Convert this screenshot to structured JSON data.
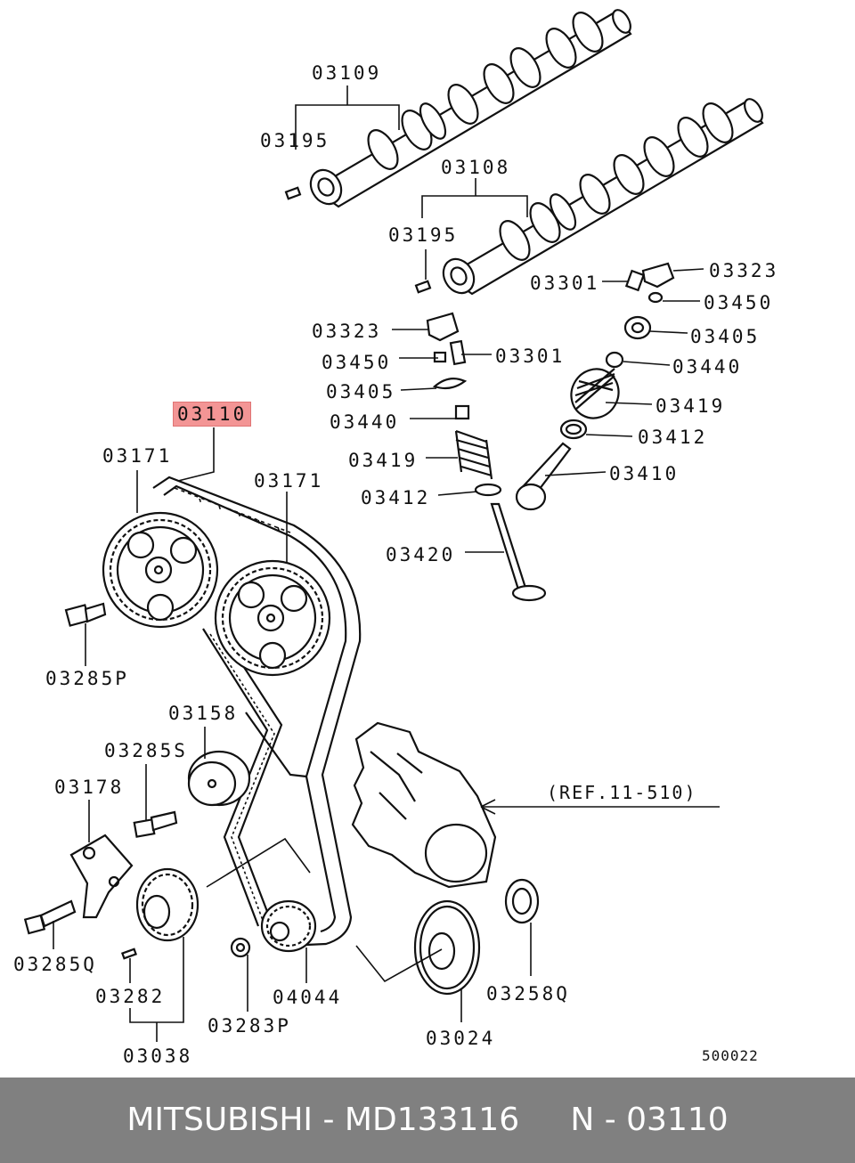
{
  "diagram": {
    "labels": {
      "p03109": "03109",
      "p03195_top": "03195",
      "p03108": "03108",
      "p03195_mid": "03195",
      "p03301_r": "03301",
      "p03323_r": "03323",
      "p03450_r": "03450",
      "p03405_r": "03405",
      "p03440_r": "03440",
      "p03419_r": "03419",
      "p03412_r": "03412",
      "p03410": "03410",
      "p03323_l": "03323",
      "p03301_l": "03301",
      "p03450_l": "03450",
      "p03405_l": "03405",
      "p03440_l": "03440",
      "p03419_l": "03419",
      "p03412_l": "03412",
      "p03420": "03420",
      "p03110": "03110",
      "p03171_l": "03171",
      "p03171_r": "03171",
      "p03285P": "03285P",
      "p03158": "03158",
      "p03285S": "03285S",
      "p03178": "03178",
      "p03285Q": "03285Q",
      "p03282": "03282",
      "p03038": "03038",
      "p03283P": "03283P",
      "p04044": "04044",
      "p03024": "03024",
      "p03258Q": "03258Q"
    },
    "reference": "(REF.11-510)",
    "diagram_code": "500022"
  },
  "footer": {
    "text": "MITSUBISHI - MD133116     N - 03110"
  },
  "colors": {
    "highlight": "#f39595",
    "footer_bg": "#808080",
    "footer_text": "#ffffff",
    "line": "#111111"
  }
}
